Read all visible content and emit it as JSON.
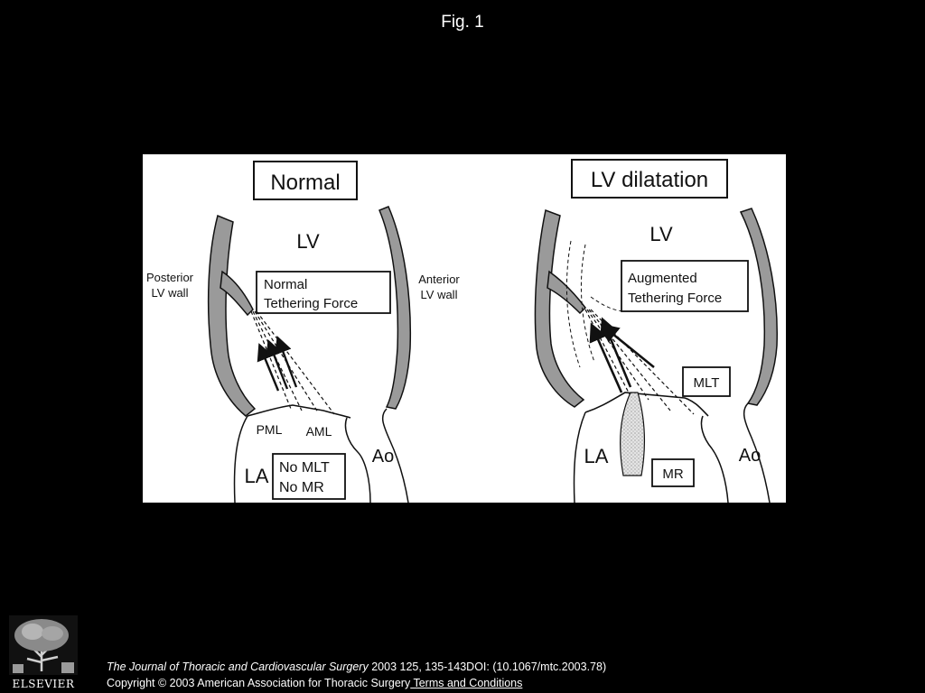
{
  "slide": {
    "title": "Fig. 1"
  },
  "figure": {
    "left_panel": {
      "heading": "Normal",
      "chamber_label": "LV",
      "posterior_wall_label_line1": "Posterior",
      "posterior_wall_label_line2": "LV wall",
      "anterior_wall_label_line1": "Anterior",
      "anterior_wall_label_line2": "LV wall",
      "tethering_label_line1": "Normal",
      "tethering_label_line2": "Tethering Force",
      "pml_label": "PML",
      "aml_label": "AML",
      "atrium_label": "LA",
      "aorta_label": "Ao",
      "status_label_line1": "No MLT",
      "status_label_line2": "No MR"
    },
    "right_panel": {
      "heading": "LV dilatation",
      "chamber_label": "LV",
      "tethering_label_line1": "Augmented",
      "tethering_label_line2": "Tethering Force",
      "mlt_label": "MLT",
      "mr_label": "MR",
      "atrium_label": "LA",
      "aorta_label": "Ao"
    },
    "colors": {
      "wall_fill": "#9a9a9a",
      "line": "#111111",
      "jet_fill": "#d8d8d8"
    }
  },
  "footer": {
    "logo_text": "ELSEVIER",
    "journal": "The Journal of Thoracic and Cardiovascular Surgery",
    "citation_rest": " 2003 125, 135-143DOI: (10.1067/mtc.2003.78)",
    "copyright": "Copyright © 2003 American Association for Thoracic Surgery",
    "terms_link": " Terms and Conditions"
  }
}
